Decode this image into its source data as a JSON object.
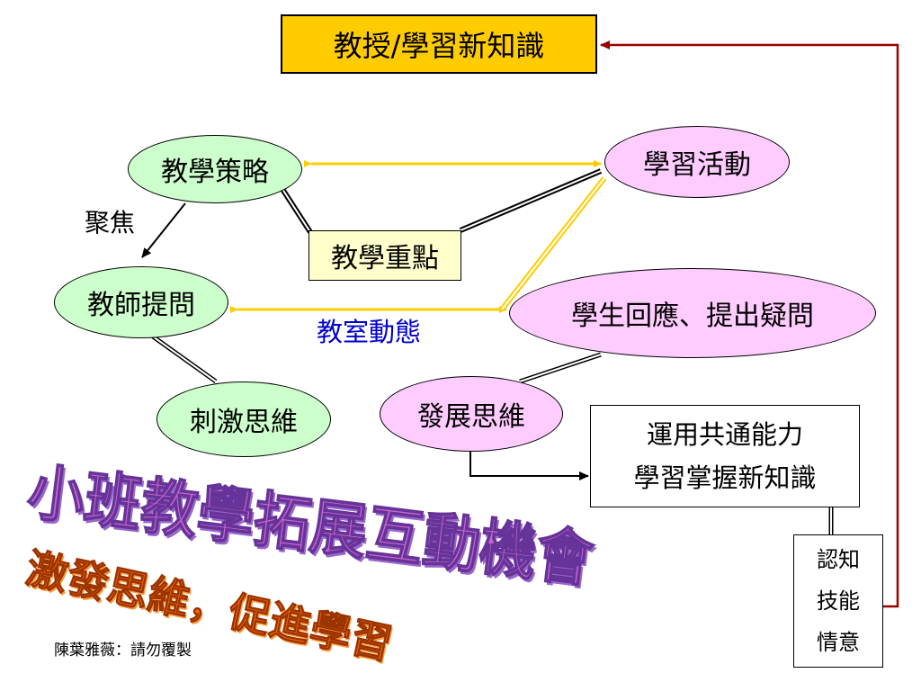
{
  "top_box": {
    "label": "教授/學習新知識"
  },
  "nodes": {
    "strategy": "教學策略",
    "activity": "學習活動",
    "key_point": "教學重點",
    "teacher_question": "教師提問",
    "student_response": "學生回應、提出疑問",
    "stimulate_thinking": "刺激思維",
    "develop_thinking": "發展思維"
  },
  "labels": {
    "focus": "聚焦",
    "classroom_dynamics": "教室動態"
  },
  "application_box": {
    "line1": "運用共通能力",
    "line2": "學習掌握新知識"
  },
  "domains_box": {
    "items": [
      "認知",
      "技能",
      "情意"
    ]
  },
  "wordart": {
    "main_title": "小班教學拓展互動機會",
    "subtitle": "激發思維，促進學習"
  },
  "footer": {
    "credit": "陳葉雅薇：請勿覆製"
  },
  "colors": {
    "top_box_fill": "#ffcc00",
    "key_point_fill": "#ffffcc",
    "green_node": "#ccffcc",
    "pink_node": "#ffccff",
    "yellow_arrow": "#ffcc00",
    "feedback_arrow": "#990000",
    "classroom_dynamics_text": "#0000cc",
    "title_fill": "#cc66cc",
    "subtitle_fill": "#ff6600"
  }
}
